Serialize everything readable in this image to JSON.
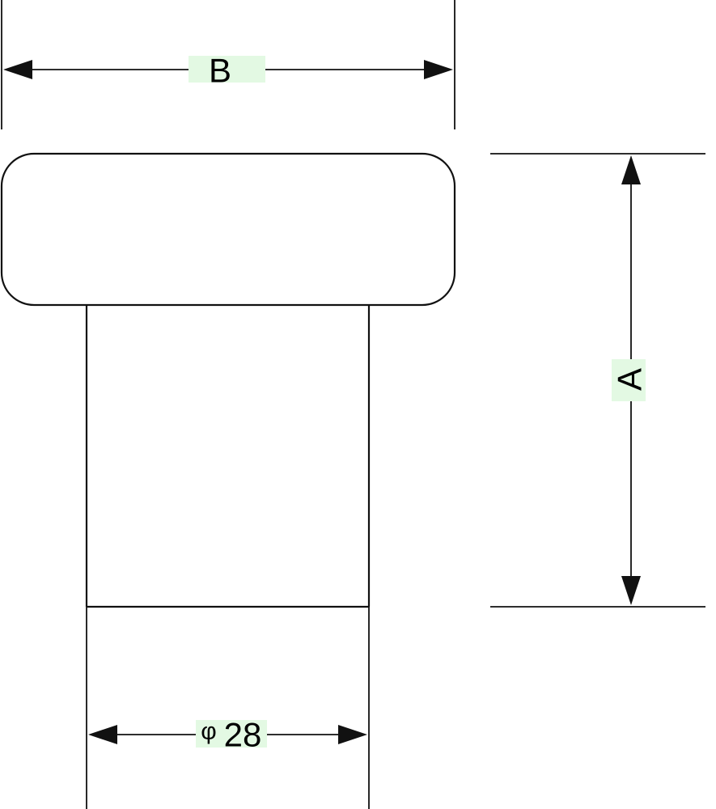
{
  "dimensions": {
    "width_label": "B",
    "height_label": "A",
    "stem_diameter_symbol": "φ",
    "stem_diameter_value": "28"
  },
  "colors": {
    "line": "#111111",
    "label_background": "#e3f9e3"
  }
}
